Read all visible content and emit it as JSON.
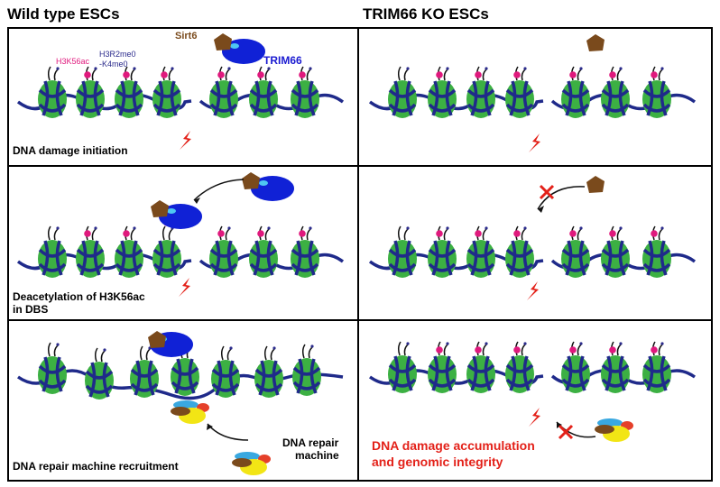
{
  "titles": {
    "left": "Wild type ESCs",
    "right": "TRIM66 KO ESCs"
  },
  "panel1_left": {
    "label": "DNA damage initiation",
    "h3k56ac": "H3K56ac",
    "h3r2": "H3R2me0",
    "k4": "-K4me0",
    "sirt6": "Sirt6",
    "trim66": "TRIM66"
  },
  "panel2_left": {
    "label_line1": "Deacetylation of H3K56ac",
    "label_line2": "in DBS"
  },
  "panel3_left": {
    "label": "DNA repair machine recruitment",
    "machine_line1": "DNA repair",
    "machine_line2": "machine"
  },
  "panel3_right": {
    "line1": "DNA damage accumulation",
    "line2": "and genomic integrity"
  },
  "colors": {
    "dna": "#1f2a8a",
    "nucleosome": "#3cb043",
    "acetyl": "#e0197d",
    "trim66": "#1021d6",
    "sirt6": "#7a4a1c",
    "lightning": "#e32119"
  }
}
